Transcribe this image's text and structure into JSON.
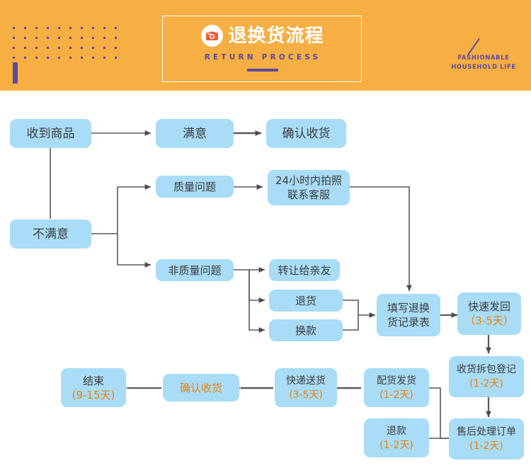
{
  "header": {
    "title_cn": "退换货流程",
    "title_en": "RETURN PROCESS",
    "tagline_line1": "FASHIONABLE",
    "tagline_line2": "HOUSEHOLD LIFE",
    "logo_icon": "camera-icon",
    "bg_color": "#f7ae42",
    "accent_color": "#5b4a9e"
  },
  "flow": {
    "node_fill": "#a9dcf7",
    "text_color": "#3c3c3c",
    "days_color": "#e8820c",
    "line_color": "#555555",
    "nodes": {
      "received": {
        "label": "收到商品"
      },
      "satisfied": {
        "label": "满意"
      },
      "confirm_top": {
        "label": "确认收货"
      },
      "unsatisfied": {
        "label": "不满意"
      },
      "quality_issue": {
        "label": "质量问题"
      },
      "photo_service": {
        "line1": "24小时内拍照",
        "line2": "联系客服"
      },
      "non_quality_issue": {
        "label": "非质量问题"
      },
      "transfer": {
        "label": "转让给亲友"
      },
      "return_goods": {
        "label": "退货"
      },
      "exchange": {
        "label": "换款"
      },
      "record_form": {
        "line1": "填写退换",
        "line2": "货记录表"
      },
      "fast_send_back": {
        "line1": "快速发回",
        "days": "（3-5天）"
      },
      "unpack_register": {
        "line1": "收货拆包登记",
        "days": "(1-2天)"
      },
      "after_sales_order": {
        "line1": "售后处理订单",
        "days": "(1-2天)"
      },
      "dispatch": {
        "line1": "配货发货",
        "days": "(1-2天)"
      },
      "refund": {
        "line1": "退款",
        "days": "(1-2天)"
      },
      "express_delivery": {
        "line1": "快递送货",
        "days": "(3-5天)"
      },
      "confirm_bottom": {
        "label": "确认收货"
      },
      "end": {
        "line1": "结束",
        "days": "(9-15天)"
      }
    }
  }
}
